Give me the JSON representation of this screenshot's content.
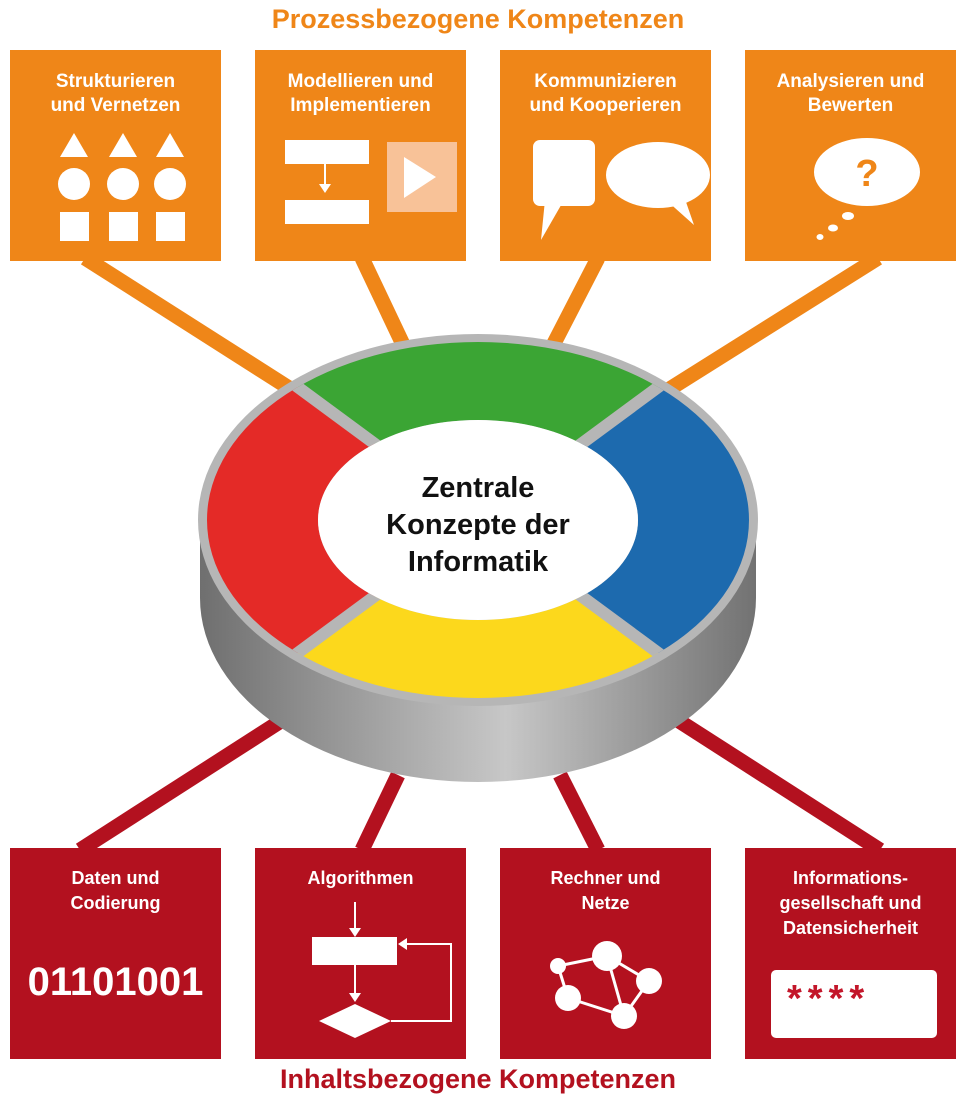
{
  "headings": {
    "top": "Prozessbezogene Kompetenzen",
    "bottom": "Inhaltsbezogene Kompetenzen"
  },
  "center": {
    "label": "Zentrale\nKonzepte der\nInformatik"
  },
  "process_competences": [
    {
      "title": "Strukturieren\nund Vernetzen",
      "icon": "shapes-icon"
    },
    {
      "title": "Modellieren und\nImplementieren",
      "icon": "flowchart-play-icon"
    },
    {
      "title": "Kommunizieren\nund Kooperieren",
      "icon": "speech-bubbles-icon"
    },
    {
      "title": "Analysieren und\nBewerten",
      "icon": "question-thought-bubble-icon"
    }
  ],
  "content_competences": [
    {
      "title": "Daten und\nCodierung",
      "icon": "binary-code-icon",
      "detail": "01101001"
    },
    {
      "title": "Algorithmen",
      "icon": "flowchart-loop-icon"
    },
    {
      "title": "Rechner und\nNetze",
      "icon": "network-graph-icon"
    },
    {
      "title": "Informations-\ngesellschaft und\nDatensicherheit",
      "icon": "password-field-icon",
      "detail": "****"
    }
  ],
  "colors": {
    "process": "#ef8618",
    "content": "#b3111f",
    "ring_green": "#3ba534",
    "ring_blue": "#1d6aae",
    "ring_yellow": "#fcd81c",
    "ring_red": "#e42a27",
    "ring_gray": "#b6b6b6"
  }
}
